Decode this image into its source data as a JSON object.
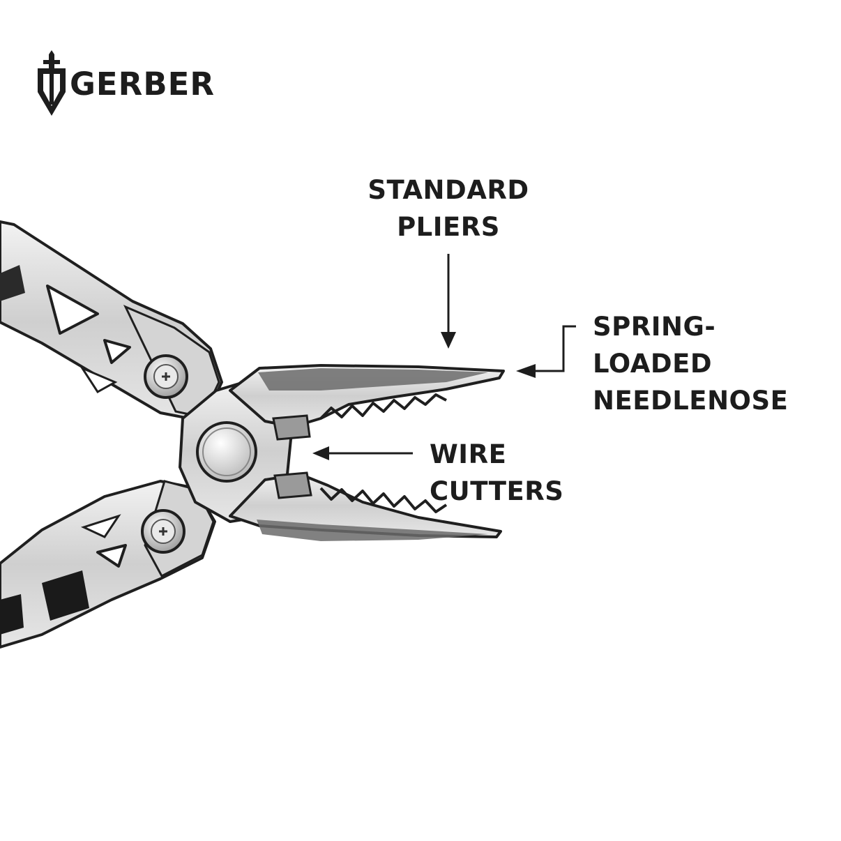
{
  "brand": {
    "name": "GERBER",
    "logo_icon": "gerber-shield-sword-icon"
  },
  "callouts": {
    "standard_pliers": [
      "STANDARD",
      "PLIERS"
    ],
    "needlenose": [
      "SPRING-",
      "LOADED",
      "NEEDLENOSE"
    ],
    "wire_cutters": [
      "WIRE",
      "CUTTERS"
    ]
  },
  "colors": {
    "text": "#1d1d1d",
    "steel_light": "#dedede",
    "steel_mid": "#bdbdbd",
    "steel_dark": "#5a5a5a",
    "outline": "#1f1f1f"
  }
}
